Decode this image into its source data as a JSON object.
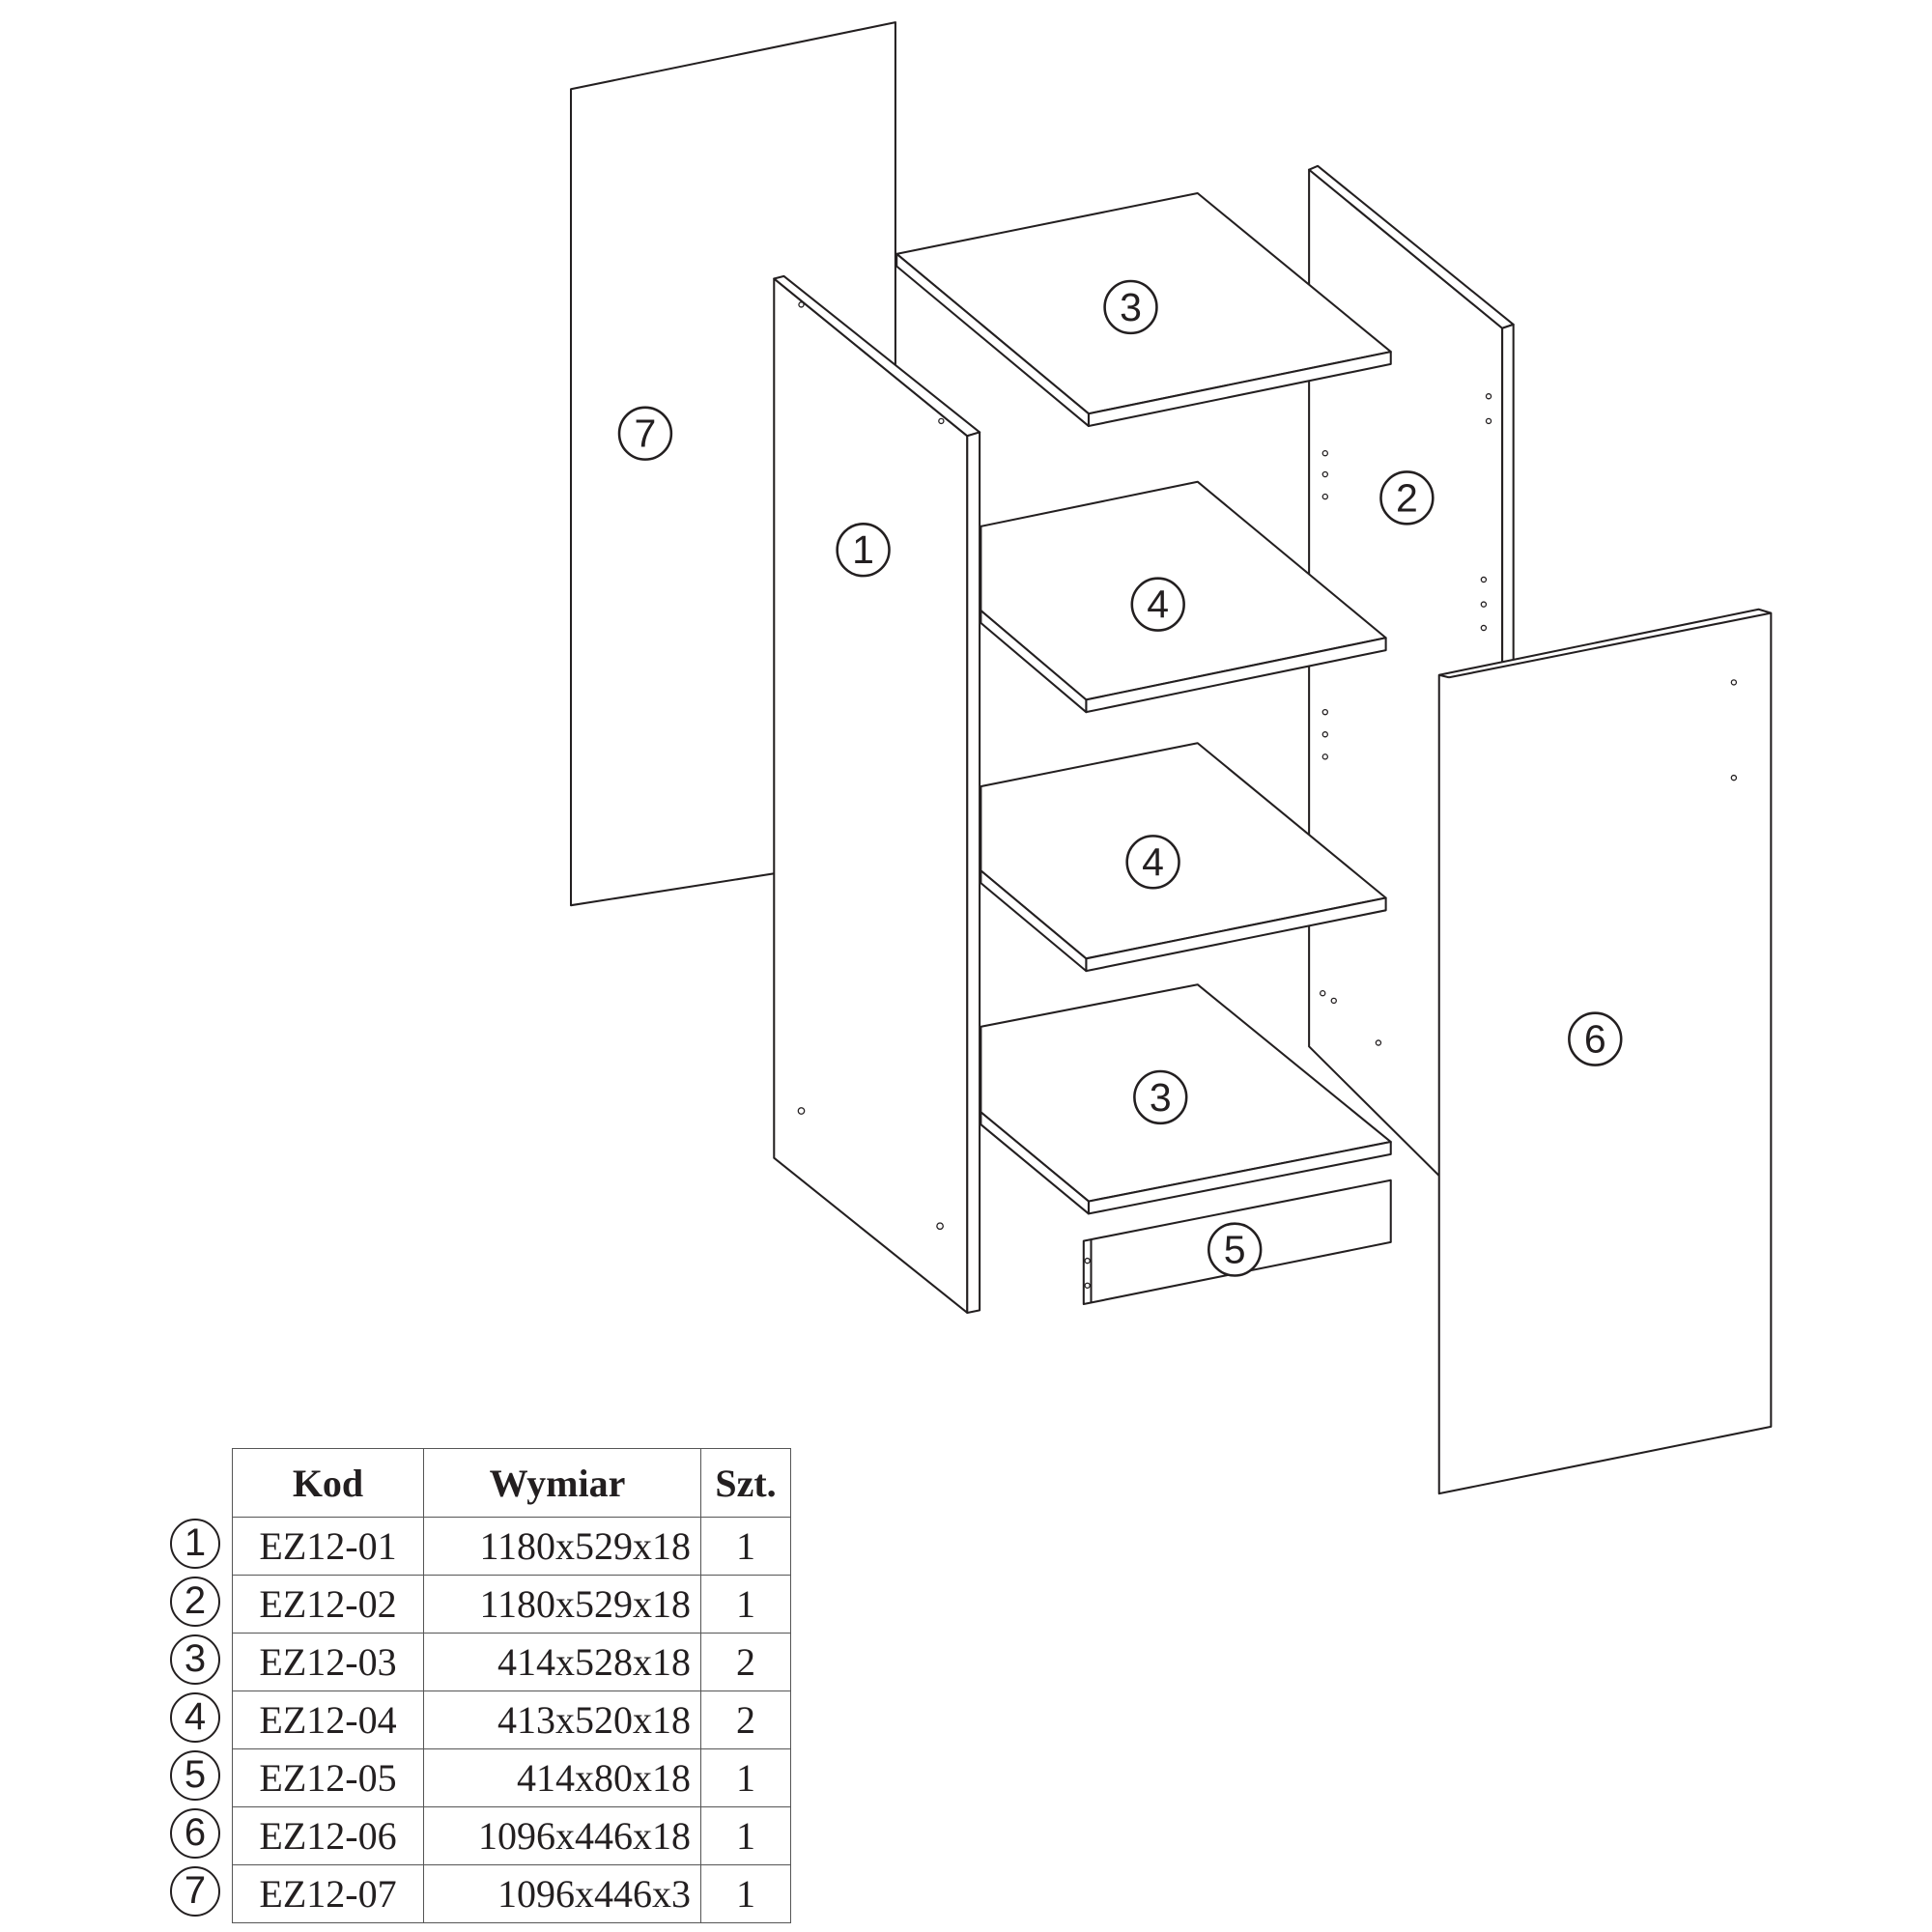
{
  "diagram": {
    "part_labels": [
      "7",
      "1",
      "3",
      "2",
      "4",
      "4",
      "3",
      "5",
      "6"
    ]
  },
  "table": {
    "headers": {
      "code": "Kod",
      "dimension": "Wymiar",
      "qty": "Szt."
    },
    "rows": [
      {
        "mark": "1",
        "code": "EZ12-01",
        "dimension": "1180x529x18",
        "qty": "1"
      },
      {
        "mark": "2",
        "code": "EZ12-02",
        "dimension": "1180x529x18",
        "qty": "1"
      },
      {
        "mark": "3",
        "code": "EZ12-03",
        "dimension": "414x528x18",
        "qty": "2"
      },
      {
        "mark": "4",
        "code": "EZ12-04",
        "dimension": "413x520x18",
        "qty": "2"
      },
      {
        "mark": "5",
        "code": "EZ12-05",
        "dimension": "414x80x18",
        "qty": "1"
      },
      {
        "mark": "6",
        "code": "EZ12-06",
        "dimension": "1096x446x18",
        "qty": "1"
      },
      {
        "mark": "7",
        "code": "EZ12-07",
        "dimension": "1096x446x3",
        "qty": "1"
      }
    ]
  }
}
